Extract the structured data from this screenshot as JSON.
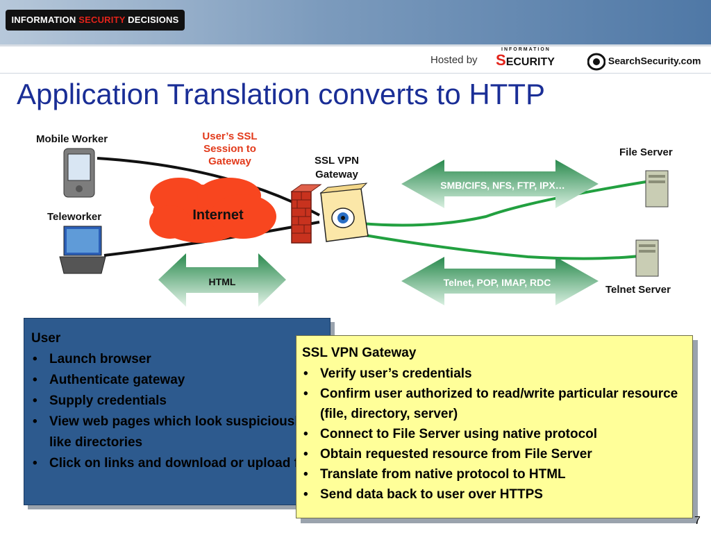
{
  "banner": {
    "logo_part1": "INFORMATION",
    "logo_part2": "SECURITY",
    "logo_part3": "DECISIONS",
    "hosted_by": "Hosted by",
    "security_logo_super": "INFORMATION",
    "security_logo_s": "S",
    "security_logo_rest": "ECURITY",
    "searchsecurity_logo": "SearchSecurity.com"
  },
  "title": "Application Translation converts to HTTP",
  "diagram": {
    "mobile_worker": "Mobile Worker",
    "teleworker": "Teleworker",
    "ssl_session_line1": "User’s SSL",
    "ssl_session_line2": "Session to",
    "ssl_session_line3": "Gateway",
    "internet": "Internet",
    "gateway_line1": "SSL VPN",
    "gateway_line2": "Gateway",
    "file_server": "File Server",
    "telnet_server": "Telnet Server",
    "arrow_smb": "SMB/CIFS, NFS, FTP, IPX…",
    "arrow_telnet": "Telnet, POP, IMAP, RDC",
    "arrow_html": "HTML"
  },
  "user_box": {
    "title": "User",
    "items": [
      "Launch browser",
      "Authenticate gateway",
      "Supply credentials",
      "View web pages which look suspiciously like directories",
      "Click on links and download or upload files"
    ]
  },
  "gateway_box": {
    "title": "SSL VPN Gateway",
    "items": [
      "Verify user’s credentials",
      "Confirm user authorized to read/write particular resource (file, directory, server)",
      "Connect to File Server using native protocol",
      "Obtain requested resource from File Server",
      "Translate from native protocol to HTML",
      "Send data back to user over HTTPS"
    ]
  },
  "page_number": "7",
  "colors": {
    "title_blue": "#1a2e96",
    "internet_red": "#f8461f",
    "arrow_green": "#1f8a46",
    "user_box_blue": "#2d5a8e",
    "gateway_box_yellow": "#ffff99",
    "link_green": "#22a040"
  }
}
